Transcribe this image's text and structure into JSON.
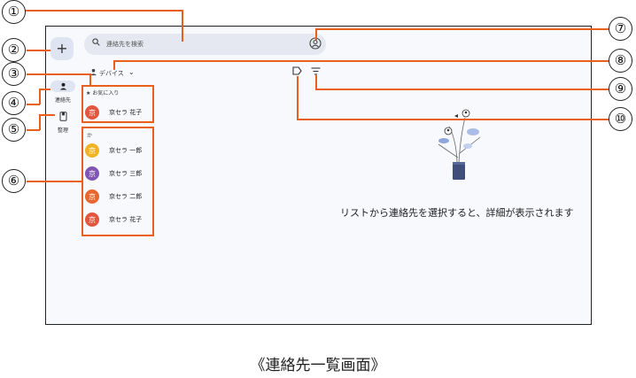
{
  "search": {
    "placeholder": "連絡先を検索"
  },
  "header": {
    "device_label": "デバイス"
  },
  "nav": {
    "items": [
      {
        "label": "連絡先"
      },
      {
        "label": "整理"
      }
    ]
  },
  "favorites": {
    "header": "お気に入り",
    "contacts": [
      {
        "avatar_char": "京",
        "name": "京セラ 花子",
        "color": "#e2553f"
      }
    ]
  },
  "contacts": {
    "section_letter": "か",
    "items": [
      {
        "avatar_char": "京",
        "name": "京セラ 一郎",
        "color": "#f0b323"
      },
      {
        "avatar_char": "京",
        "name": "京セラ 三郎",
        "color": "#8155b3"
      },
      {
        "avatar_char": "京",
        "name": "京セラ 二郎",
        "color": "#e8672e"
      },
      {
        "avatar_char": "京",
        "name": "京セラ 花子",
        "color": "#e2553f"
      }
    ]
  },
  "detail": {
    "empty_message": "リストから連絡先を選択すると、詳細が表示されます"
  },
  "callouts": [
    "①",
    "②",
    "③",
    "④",
    "⑤",
    "⑥",
    "⑦",
    "⑧",
    "⑨",
    "⑩"
  ],
  "caption": "《連絡先一覧画面》",
  "colors": {
    "callout": "#e8601c",
    "fab_bg": "#dfe4f3",
    "search_bg": "#e5e8f1",
    "screen_bg": "#f8f9fc"
  }
}
